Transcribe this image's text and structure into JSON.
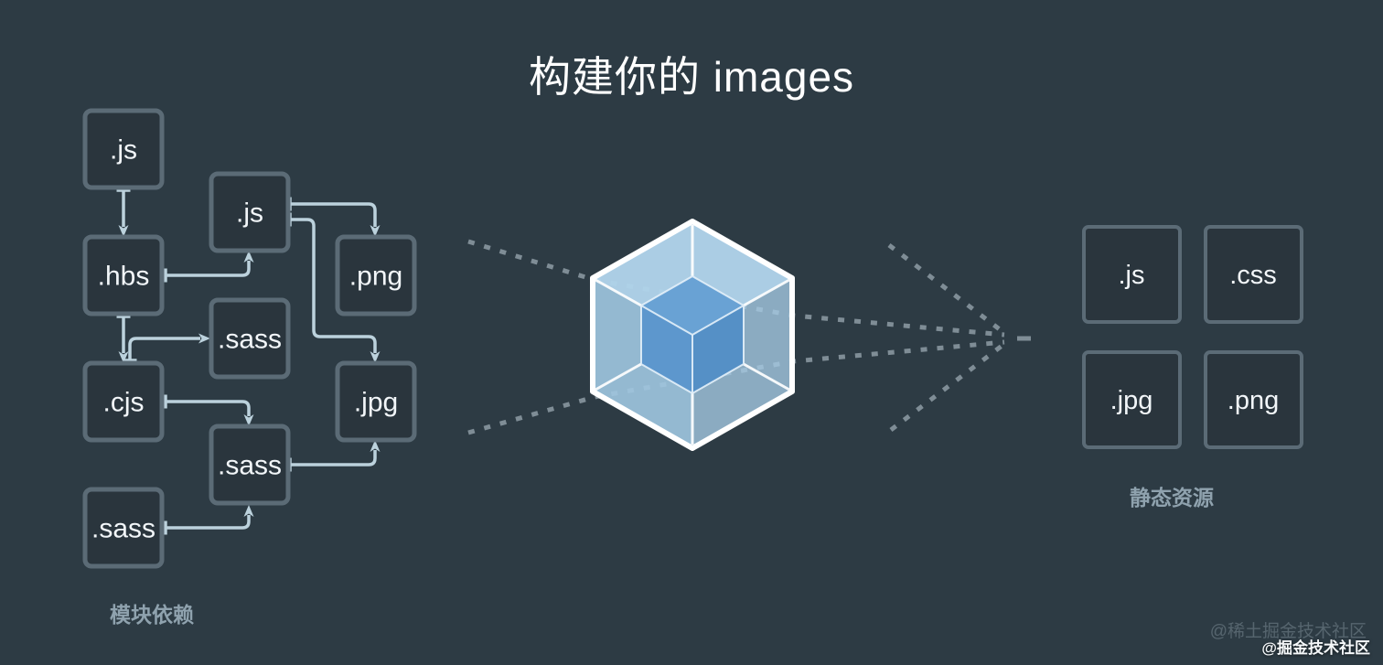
{
  "title": "构建你的 images",
  "module_graph": {
    "caption": "模块依赖",
    "nodes": [
      {
        "id": "js-top",
        "label": ".js"
      },
      {
        "id": "js-mid",
        "label": ".js"
      },
      {
        "id": "hbs",
        "label": ".hbs"
      },
      {
        "id": "sass-upper",
        "label": ".sass"
      },
      {
        "id": "png",
        "label": ".png"
      },
      {
        "id": "cjs",
        "label": ".cjs"
      },
      {
        "id": "jpg",
        "label": ".jpg"
      },
      {
        "id": "sass-mid",
        "label": ".sass"
      },
      {
        "id": "sass-bottom",
        "label": ".sass"
      }
    ]
  },
  "bundler": {
    "icon": "webpack-cube"
  },
  "output_panel": {
    "caption": "静态资源",
    "nodes": [
      {
        "label": ".js"
      },
      {
        "label": ".css"
      },
      {
        "label": ".jpg"
      },
      {
        "label": ".png"
      }
    ]
  },
  "watermarks": [
    {
      "text": "@稀土掘金技术社区"
    },
    {
      "text": "@掘金技术社区"
    }
  ],
  "colors": {
    "background": "#2d3b44",
    "node_border": "#5b6b76",
    "node_fill": "#2a353d",
    "node_text": "#f2f6f9",
    "connector": "#bcd2dd",
    "dash": "#7f8d96",
    "caption": "#8fa2ae",
    "cube_outer": "#a5cbe4",
    "cube_top": "#b3d6ec",
    "cube_edge": "#ffffff",
    "cube_inner_top": "#69a2d4",
    "cube_inner_left": "#5d97cd",
    "cube_inner_right": "#5590c6",
    "title_color": "#ffffff"
  }
}
